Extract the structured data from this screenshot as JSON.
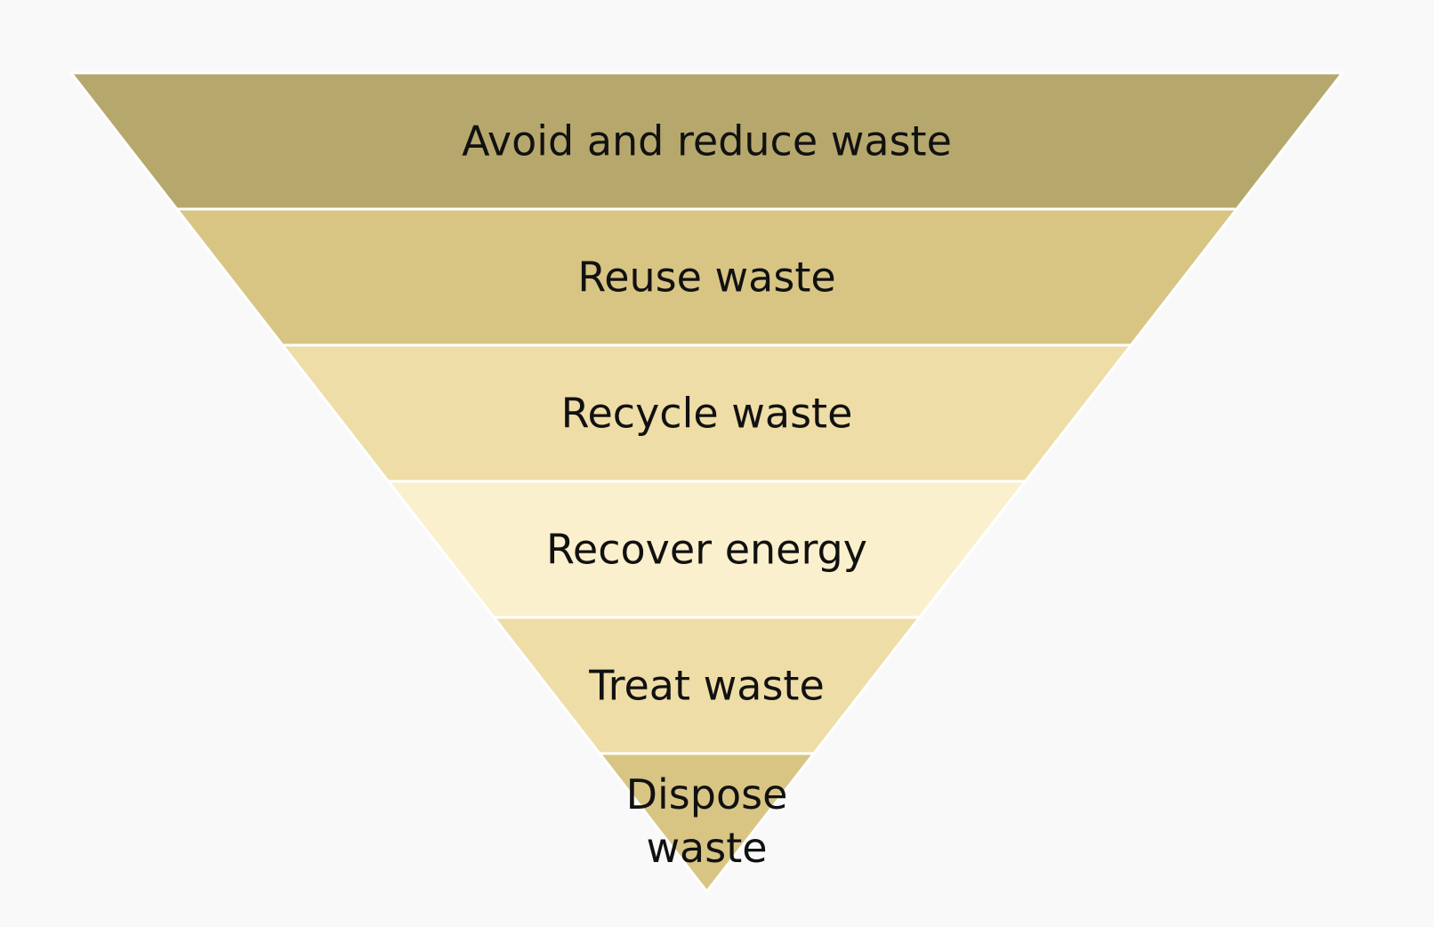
{
  "diagram": {
    "type": "inverted-pyramid",
    "background": "#f9f9f9",
    "divider_color": "#ffffff",
    "text_color": "#111111",
    "tiers": [
      {
        "label": "Avoid and reduce waste",
        "lines": [
          "Avoid and reduce waste"
        ],
        "color": "#b6a86c"
      },
      {
        "label": "Reuse waste",
        "lines": [
          "Reuse waste"
        ],
        "color": "#d8c584"
      },
      {
        "label": "Recycle waste",
        "lines": [
          "Recycle waste"
        ],
        "color": "#eedda6"
      },
      {
        "label": "Recover energy",
        "lines": [
          "Recover energy"
        ],
        "color": "#fbf0cd"
      },
      {
        "label": "Treat waste",
        "lines": [
          "Treat waste"
        ],
        "color": "#eedda6"
      },
      {
        "label": "Dispose waste",
        "lines": [
          "Dispose",
          "waste"
        ],
        "color": "#d8c584"
      }
    ]
  }
}
